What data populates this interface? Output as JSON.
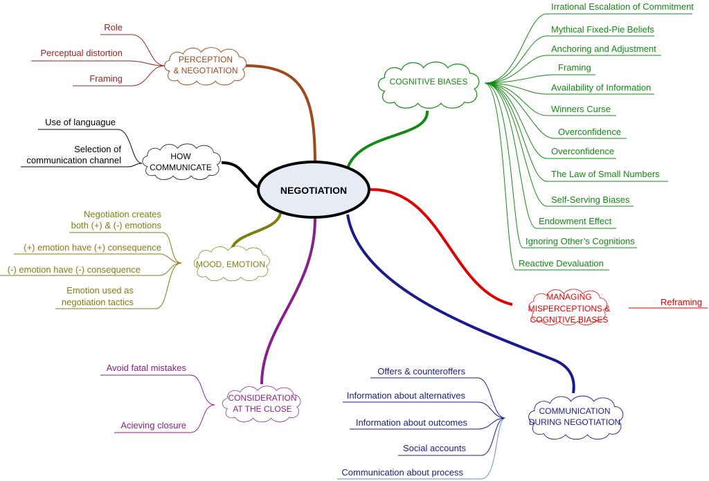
{
  "center": {
    "label": "NEGOTIATION"
  },
  "colors": {
    "perception": "#9b2222",
    "perception_branch": "#a0481a",
    "cognitive": "#138a13",
    "communicate": "#000000",
    "mood": "#7f7f10",
    "close": "#8a1e8a",
    "communication": "#1a1a8c",
    "managing": "#e00000",
    "center_fill": "#e6ebf5"
  },
  "branches": {
    "perception": {
      "label_line1": "PERCEPTION",
      "label_line2": "& NEGOTIATION",
      "items": [
        "Role",
        "Perceptual distortion",
        "Framing"
      ]
    },
    "cognitive": {
      "label": "COGNITIVE BIASES",
      "items": [
        "Irrational Escalation of Commitment",
        "Mythical Fixed-Pie Beliefs",
        "Anchoring and Adjustment",
        "Framing",
        "Availability of Information",
        "Winners Curse",
        "Overconfidence",
        "Overconfidence",
        "The Law of Small Numbers",
        "Self-Serving Biases",
        "Endowment Effect",
        "Ignoring Other’s Cognitions",
        "Reactive Devaluation"
      ]
    },
    "communicate": {
      "label_line1": "HOW",
      "label_line2": "COMMUNICATE",
      "items": [
        "Use of languague",
        "Selection of",
        "communication channel"
      ]
    },
    "mood": {
      "label": "MOOD, EMOTION",
      "items": [
        "Negotiation creates",
        "both (+) & (-) emotions",
        "(+) emotion have (+) consequence",
        "(-) emotion have (-) consequence",
        "Emotion used as",
        "negotiation tactics"
      ]
    },
    "managing": {
      "label_line1": "MANAGING",
      "label_line2": "MISPERCEPTIONS &",
      "label_line3": "COGNITIVE BIASES",
      "items": [
        "Reframing"
      ]
    },
    "close": {
      "label_line1": "CONSIDERATION",
      "label_line2": "AT THE CLOSE",
      "items": [
        "Avoid fatal mistakes",
        "Acieving closure"
      ]
    },
    "communication": {
      "label_line1": "COMMUNICATION",
      "label_line2": "DURING NEGOTIATION",
      "items": [
        "Offers & counteroffers",
        "Information about alternatives",
        "Information about outcomes",
        "Social accounts",
        "Communication about process"
      ]
    }
  }
}
